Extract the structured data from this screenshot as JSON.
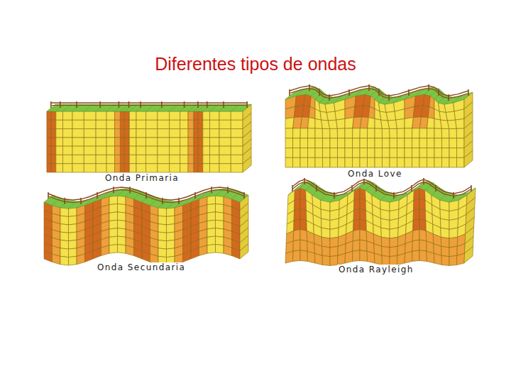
{
  "diagram": {
    "title": "Diferentes tipos de ondas",
    "labels": [
      "Onda Primaria",
      "Onda Love",
      "Onda Secundaria",
      "Onda Rayleigh"
    ]
  }
}
